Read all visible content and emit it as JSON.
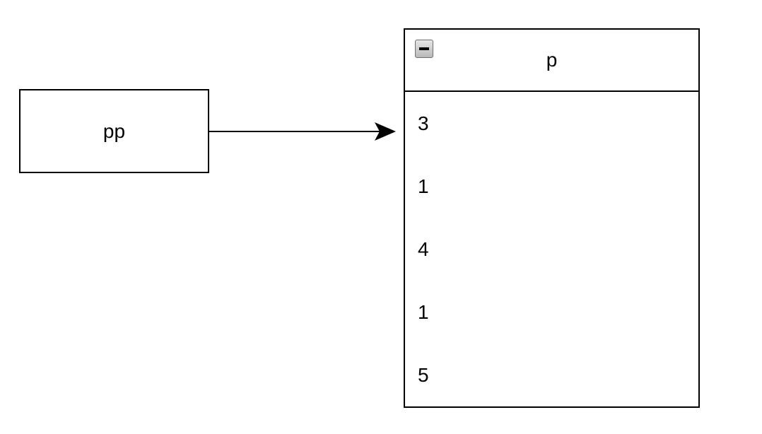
{
  "source_node": {
    "label": "pp"
  },
  "target_list": {
    "title": "p",
    "collapse_icon": "minus-icon",
    "items": [
      "3",
      "1",
      "4",
      "1",
      "5"
    ]
  },
  "colors": {
    "stroke": "#000000",
    "background": "#ffffff"
  }
}
